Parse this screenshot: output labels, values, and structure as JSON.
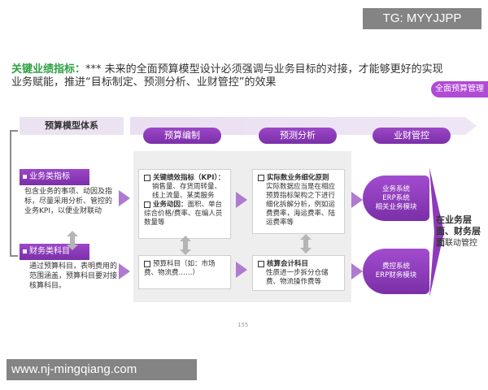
{
  "watermark_top": "TG: MYYJJPP",
  "watermark_bottom": "www.nj-mingqiang.com",
  "headline": {
    "highlight": "关键业绩指标：",
    "text": "*** 未来的全面预算模型设计必须强调与业务目标的对接，才能够更好的实现业务赋能，推进“目标制定、预测分析、业财管控”的效果"
  },
  "badge": "全面预算管理",
  "system_title": "预算模型体系",
  "phases": [
    "预算编制",
    "预测分析",
    "业财管控"
  ],
  "left_labels": {
    "business": "业务类指标",
    "finance": "财务类科目"
  },
  "left_desc": {
    "business": "包含业务的事项、动因及指标，尽量采用分析、管控的业务KPI，以便业财联动",
    "finance": "通过预算科目，表明费用的范围涵盖，预算科目要对接核算科目。"
  },
  "cards": {
    "kpi_title": "关键绩效指标（KPI）：",
    "kpi_body": "销售量、存货周转量、线上流量、某类服务",
    "driver_title": "业务动因：",
    "driver_body": "面积、单台综合价格/费率、在编人员数量等",
    "budget_item": "预算科目（如：市场费、物流费……）",
    "detail_title": "实际数业务细化原则",
    "detail_body": "实际数据应当是在相应预算指标架构之下进行细化拆解分析，例如运费费率，海运费率、陆运费率等",
    "accounting_title": "核算会计科目",
    "accounting_body": "性质进一步拆分仓储费、物流操作费等"
  },
  "pills": {
    "business_system": [
      "业务系统",
      "ERP系统",
      "相关业务模块"
    ],
    "finance_system": [
      "费控系统",
      "ERP财务模块"
    ]
  },
  "result": {
    "bold": "在业务层面、财务层面",
    "text": "联动管控"
  },
  "page_number": "155"
}
